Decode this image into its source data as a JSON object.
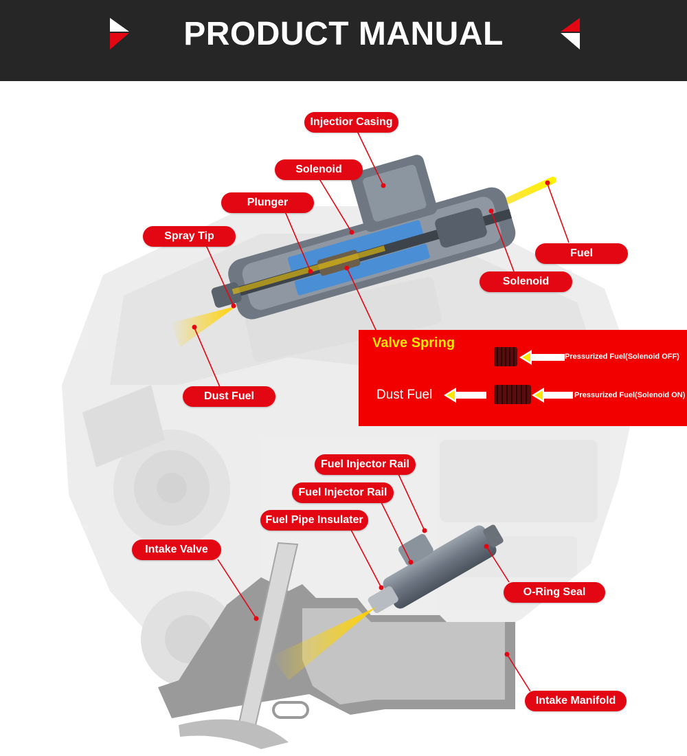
{
  "header": {
    "title": "PRODUCT MANUAL"
  },
  "top_labels": {
    "injector_casing": "Injectior Casing",
    "solenoid_upper": "Solenoid",
    "plunger": "Plunger",
    "spray_tip": "Spray Tip",
    "fuel": "Fuel",
    "solenoid_right": "Solenoid",
    "dust_fuel": "Dust Fuel"
  },
  "legend": {
    "title": "Valve Spring",
    "dust_fuel": "Dust Fuel",
    "off_label": "Pressurized Fuel(Solenoid OFF)",
    "on_label": "Pressurized Fuel(Solenoid ON)"
  },
  "bottom_labels": {
    "fuel_injector_rail_1": "Fuel Injector Rail",
    "fuel_injector_rail_2": "Fuel Injector Rail",
    "fuel_pipe_insulater": "Fuel Pipe Insulater",
    "intake_valve": "Intake Valve",
    "o_ring_seal": "O-Ring Seal",
    "intake_manifold": "Intake Manifold"
  },
  "colors": {
    "header_bg": "#262626",
    "label_red": "#e30613",
    "legend_bg": "#f20000",
    "legend_title": "#ffe600",
    "fuel_yellow": "#ffd200",
    "solenoid_blue": "#4a8fd6"
  }
}
